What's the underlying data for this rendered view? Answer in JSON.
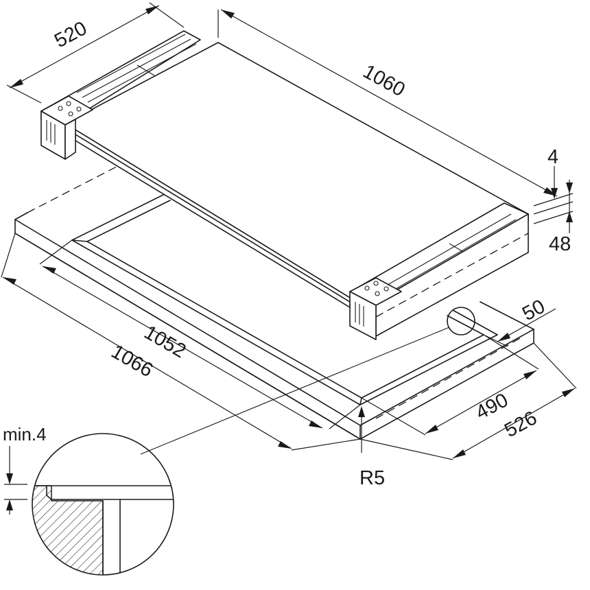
{
  "dimensions": {
    "width_top": "520",
    "length_top": "1060",
    "glass_thickness": "4",
    "unit_height": "48",
    "cutout_offset": "50",
    "cutout_length": "1052",
    "outer_length": "1066",
    "cutout_width": "490",
    "outer_width": "526",
    "corner_radius": "R5",
    "min_gap": "min.4"
  },
  "colors": {
    "line": "#1a1a1a",
    "background": "#ffffff"
  }
}
